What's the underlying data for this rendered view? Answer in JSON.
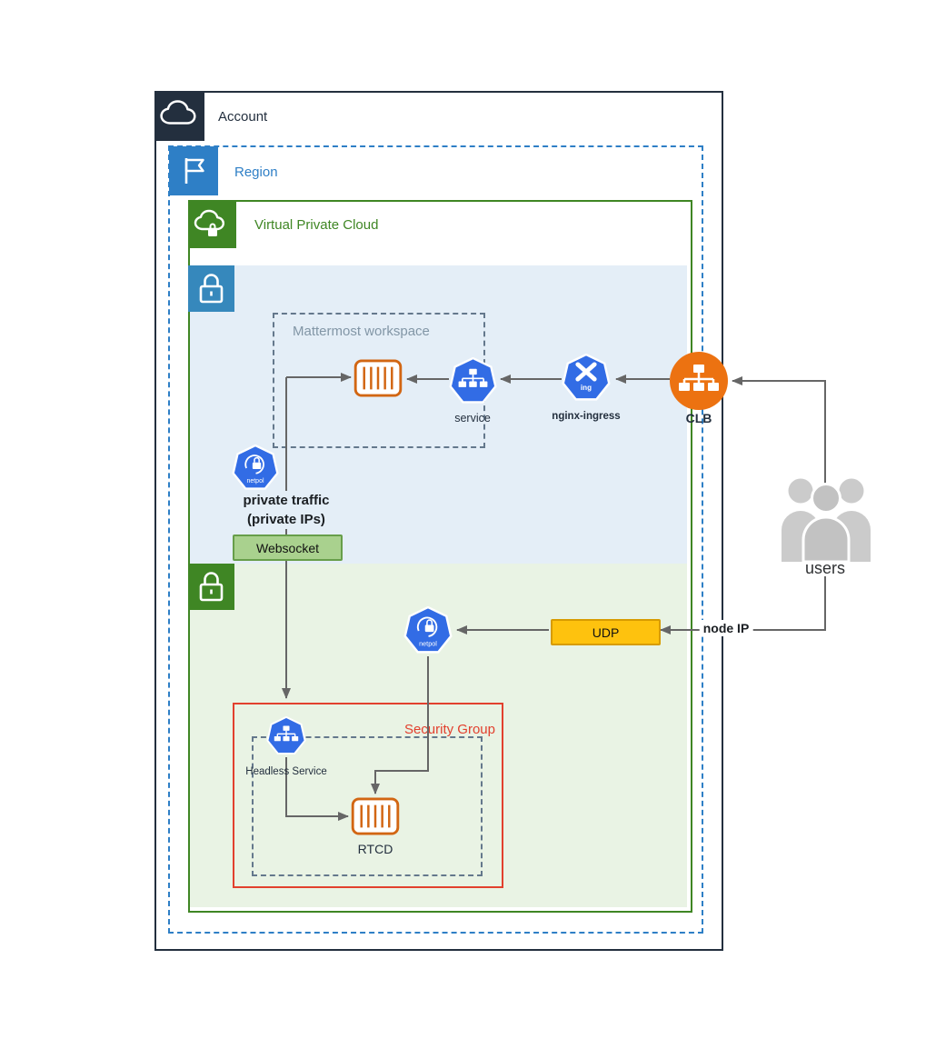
{
  "account": {
    "label": "Account"
  },
  "region": {
    "label": "Region"
  },
  "vpc": {
    "label": "Virtual Private Cloud"
  },
  "workspace": {
    "label": "Mattermost workspace"
  },
  "security_group": {
    "label": "Security Group"
  },
  "nodes": {
    "service": {
      "label": "service",
      "icon": "k8s-service-icon"
    },
    "nginx_ingress": {
      "label": "nginx-ingress",
      "glyph": "ing",
      "icon": "k8s-ingress-icon"
    },
    "clb": {
      "label": "CLB",
      "icon": "load-balancer-icon"
    },
    "netpol_upper": {
      "glyph": "netpol",
      "icon": "k8s-netpol-icon"
    },
    "netpol_lower": {
      "glyph": "netpol",
      "icon": "k8s-netpol-icon"
    },
    "headless_service": {
      "label": "Headless Service",
      "icon": "k8s-service-icon"
    },
    "rtcd": {
      "label": "RTCD",
      "icon": "container-icon"
    },
    "mattermost_pod": {
      "icon": "container-icon"
    },
    "users": {
      "label": "users",
      "icon": "users-icon"
    }
  },
  "annotations": {
    "private_traffic": {
      "line1": "private traffic",
      "line2": "(private IPs)"
    },
    "node_ip": "node IP"
  },
  "badges": {
    "websocket": {
      "label": "Websocket",
      "fill": "#A9D18E",
      "border": "#679E4A"
    },
    "udp": {
      "label": "UDP",
      "fill": "#FEC20E",
      "border": "#D79B00"
    }
  },
  "colors": {
    "account_border": "#232F3E",
    "region_blue": "#2E7FC6",
    "vpc_green": "#3F8624",
    "subnet_upper_icon": "#3688BC",
    "subnet_upper_fill": "#E4EEF7",
    "subnet_lower_fill": "#E9F3E4",
    "kubernetes_blue": "#326CE5",
    "clb_orange": "#EC7211",
    "container_orange": "#D26613",
    "security_group_red": "#E2402E",
    "connector_gray": "#666666",
    "workspace_dash_gray": "#64788C"
  }
}
